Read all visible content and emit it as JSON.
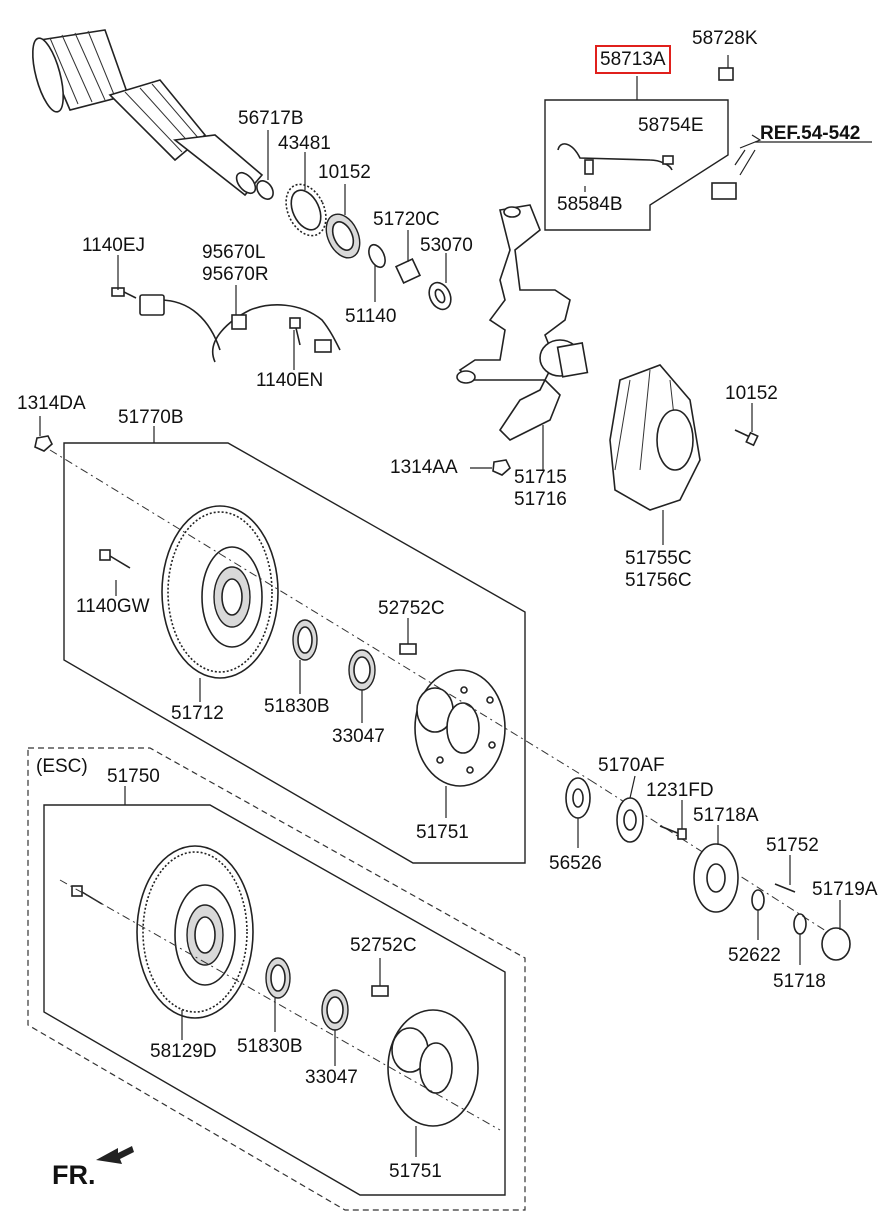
{
  "labels": {
    "p58728K": "58728K",
    "p58713A": "58713A",
    "p58754E": "58754E",
    "pREF": "REF.54-542",
    "p58584B": "58584B",
    "p56717B": "56717B",
    "p43481": "43481",
    "p10152a": "10152",
    "p51720C": "51720C",
    "p53070": "53070",
    "p51140": "51140",
    "p1140EJ": "1140EJ",
    "p95670L": "95670L",
    "p95670R": "95670R",
    "p1140EN": "1140EN",
    "p1314DA": "1314DA",
    "p51770B": "51770B",
    "p10152b": "10152",
    "p1314AA": "1314AA",
    "p51715": "51715",
    "p51716": "51716",
    "p51755C": "51755C",
    "p51756C": "51756C",
    "p1140GW": "1140GW",
    "p52752Ca": "52752C",
    "p51712": "51712",
    "p51830Ba": "51830B",
    "p33047a": "33047",
    "p51751a": "51751",
    "pESC": "(ESC)",
    "p51750": "51750",
    "p5170AF": "5170AF",
    "p1231FD": "1231FD",
    "p51718A": "51718A",
    "p56526": "56526",
    "p51752": "51752",
    "p51719A": "51719A",
    "p52622": "52622",
    "p51718": "51718",
    "p52752Cb": "52752C",
    "p58129D": "58129D",
    "p51830Bb": "51830B",
    "p33047b": "33047",
    "p51751b": "51751",
    "fr": "FR."
  },
  "highlighted_part": "58713A",
  "colors": {
    "highlight": "#e0201c",
    "ink": "#222222"
  }
}
